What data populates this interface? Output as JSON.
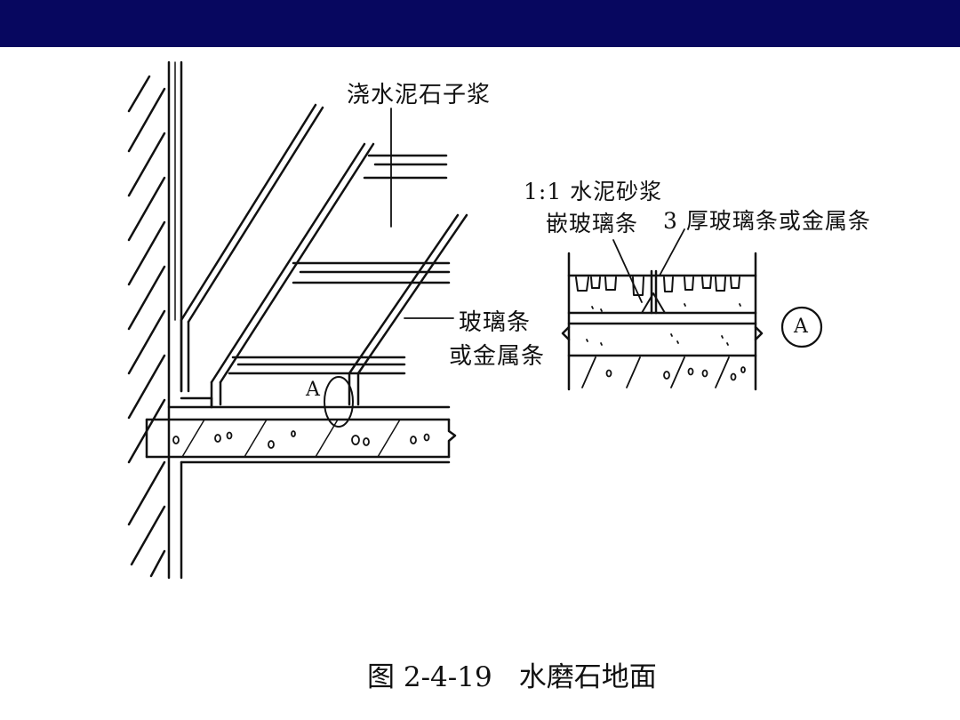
{
  "header": {
    "bar_color": "#07075f"
  },
  "labels": {
    "pour_slurry": "浇水泥石子浆",
    "cement_mortar": "1:1 水泥砂浆",
    "embed_glass": "嵌玻璃条",
    "glass_or_metal_3": "3 厚玻璃条或金属条",
    "glass_strip": "玻璃条",
    "or_metal_strip": "或金属条",
    "detail_a_small": "A",
    "detail_a_circle": "A"
  },
  "caption": {
    "figure_no": "图 2-4-19",
    "title": "水磨石地面"
  }
}
